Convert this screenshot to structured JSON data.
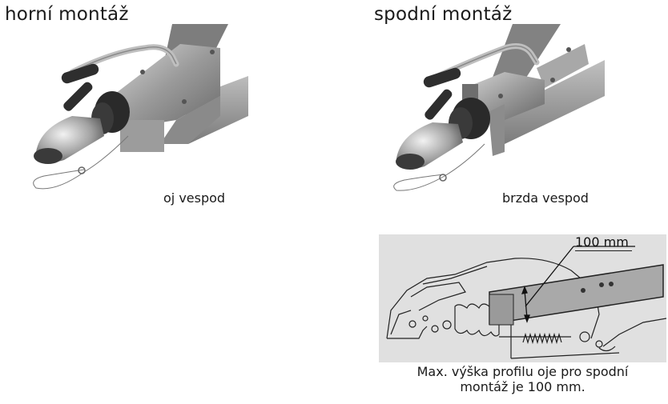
{
  "sections": {
    "top_mount": {
      "title": "horní montáž",
      "caption": "oj vespod"
    },
    "bottom_mount": {
      "title": "spodní montáž",
      "caption": "brzda vespod"
    }
  },
  "diagram": {
    "dimension_label": "100 mm",
    "caption_line1": "Max. výška profilu oje pro spodní",
    "caption_line2": "montáž je 100 mm.",
    "background_color": "#e0e0e0"
  }
}
